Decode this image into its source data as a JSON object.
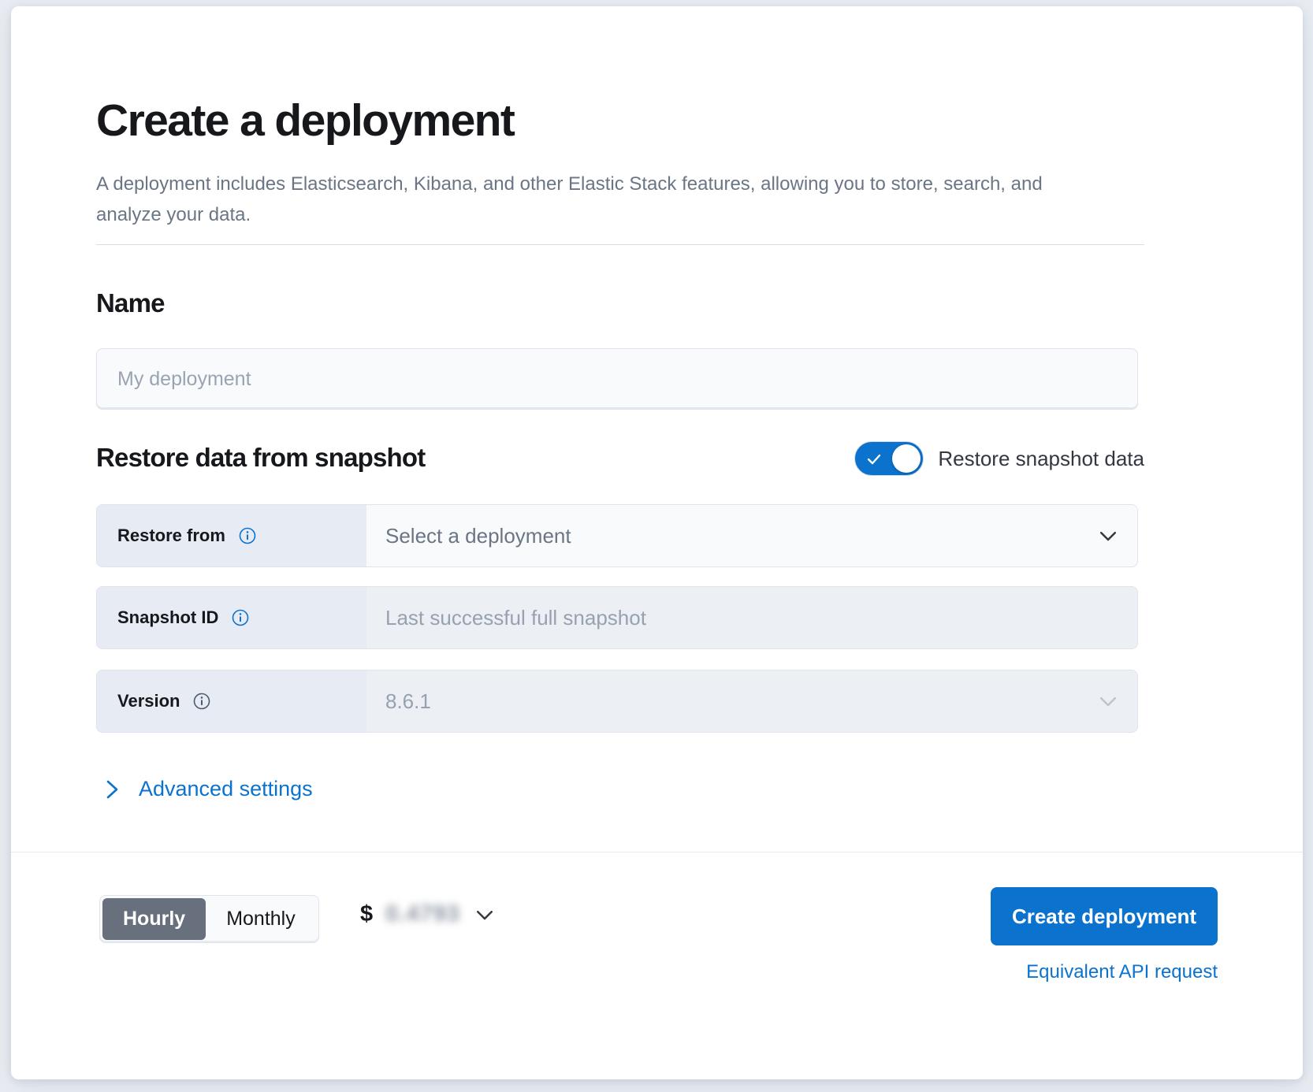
{
  "header": {
    "title": "Create a deployment",
    "description": "A deployment includes Elasticsearch, Kibana, and other Elastic Stack features, allowing you to store, search, and analyze your data."
  },
  "name_section": {
    "heading": "Name",
    "input_placeholder": "My deployment",
    "input_value": ""
  },
  "restore_section": {
    "heading": "Restore data from snapshot",
    "toggle_label": "Restore snapshot data",
    "toggle_on": true,
    "fields": [
      {
        "label": "Restore from",
        "value": "Select a deployment",
        "info_icon": "info-icon",
        "control": "chevron-down-icon",
        "disabled": false
      },
      {
        "label": "Snapshot ID",
        "value": "Last successful full snapshot",
        "info_icon": "info-icon",
        "control": "",
        "disabled": true
      },
      {
        "label": "Version",
        "value": "8.6.1",
        "info_icon": "info-icon",
        "control": "chevron-down-icon",
        "disabled": true
      }
    ],
    "advanced_settings_label": "Advanced settings",
    "advanced_settings_icon": "chevron-right-icon"
  },
  "footer": {
    "billing_options": [
      {
        "label": "Hourly",
        "selected": true
      },
      {
        "label": "Monthly",
        "selected": false
      }
    ],
    "price_currency": "$",
    "price_amount": "0.4793",
    "price_chevron_icon": "chevron-down-icon",
    "create_button_label": "Create deployment",
    "api_link_label": "Equivalent API request"
  },
  "colors": {
    "accent_blue": "#0b72cd",
    "text_dark": "#16181c",
    "text_muted": "#6a7585",
    "field_label_bg": "#e7ebf3",
    "field_bg": "#f9fafc",
    "disabled_bg": "#eceff4",
    "page_bg": "#e9edf3"
  }
}
